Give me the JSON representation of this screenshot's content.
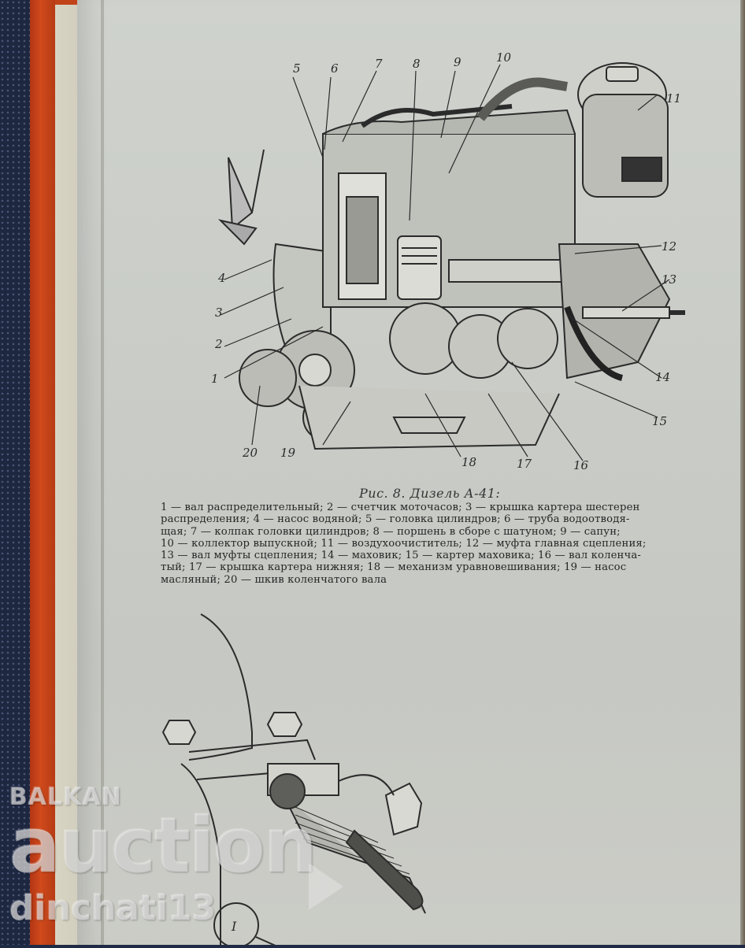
{
  "figure": {
    "caption": "Рис. 8. Дизель А-41:",
    "callouts": [
      "1",
      "2",
      "3",
      "4",
      "5",
      "6",
      "7",
      "8",
      "9",
      "10",
      "11",
      "12",
      "13",
      "14",
      "15",
      "16",
      "17",
      "18",
      "19",
      "20"
    ],
    "legend": [
      {
        "num": "1",
        "text": "вал распределительный"
      },
      {
        "num": "2",
        "text": "счетчик моточасов"
      },
      {
        "num": "3",
        "text": "крышка картера шестерен распределения"
      },
      {
        "num": "4",
        "text": "насос водяной"
      },
      {
        "num": "5",
        "text": "головка цилиндров"
      },
      {
        "num": "6",
        "text": "труба водоотводящая"
      },
      {
        "num": "7",
        "text": "колпак головки цилиндров"
      },
      {
        "num": "8",
        "text": "поршень в сборе с шатуном"
      },
      {
        "num": "9",
        "text": "сапун"
      },
      {
        "num": "10",
        "text": "коллектор выпускной"
      },
      {
        "num": "11",
        "text": "воздухоочиститель"
      },
      {
        "num": "12",
        "text": "муфта главная сцепления"
      },
      {
        "num": "13",
        "text": "вал муфты сцепления"
      },
      {
        "num": "14",
        "text": "маховик"
      },
      {
        "num": "15",
        "text": "картер маховика"
      },
      {
        "num": "16",
        "text": "вал коленчатый"
      },
      {
        "num": "17",
        "text": "крышка картера нижняя"
      },
      {
        "num": "18",
        "text": "механизм уравновешивания"
      },
      {
        "num": "19",
        "text": "насос масляный"
      },
      {
        "num": "20",
        "text": "шкив коленчатого вала"
      }
    ],
    "legend_lines": [
      "1 — вал распределительный; 2 — счетчик моточасов; 3 — крышка картера шестерен",
      "распределения; 4 — насос водяной; 5 — головка цилиндров; 6 — труба водоотводя-",
      "щая; 7 — колпак головки цилиндров; 8 — поршень в сборе с шатуном; 9 — сапун;",
      "10 — коллектор выпускной; 11 — воздухоочиститель; 12 — муфта главная сцепления;",
      "13 — вал муфты сцепления; 14 — маховик; 15 — картер маховика; 16 — вал коленча-",
      "тый; 17 — крышка картера нижняя; 18 — механизм уравновешивания; 19 — насос",
      "масляный; 20 — шкив коленчатого вала"
    ]
  },
  "second_figure": {
    "label": "I"
  },
  "watermark": {
    "brand_top": "BALKAN",
    "brand_main": "auction",
    "user": "dinchati13"
  },
  "colors": {
    "book_cover_red": "#c2421a",
    "fabric_navy": "#1f2a44",
    "paper": "#c9ccc7",
    "ink": "#262626"
  }
}
